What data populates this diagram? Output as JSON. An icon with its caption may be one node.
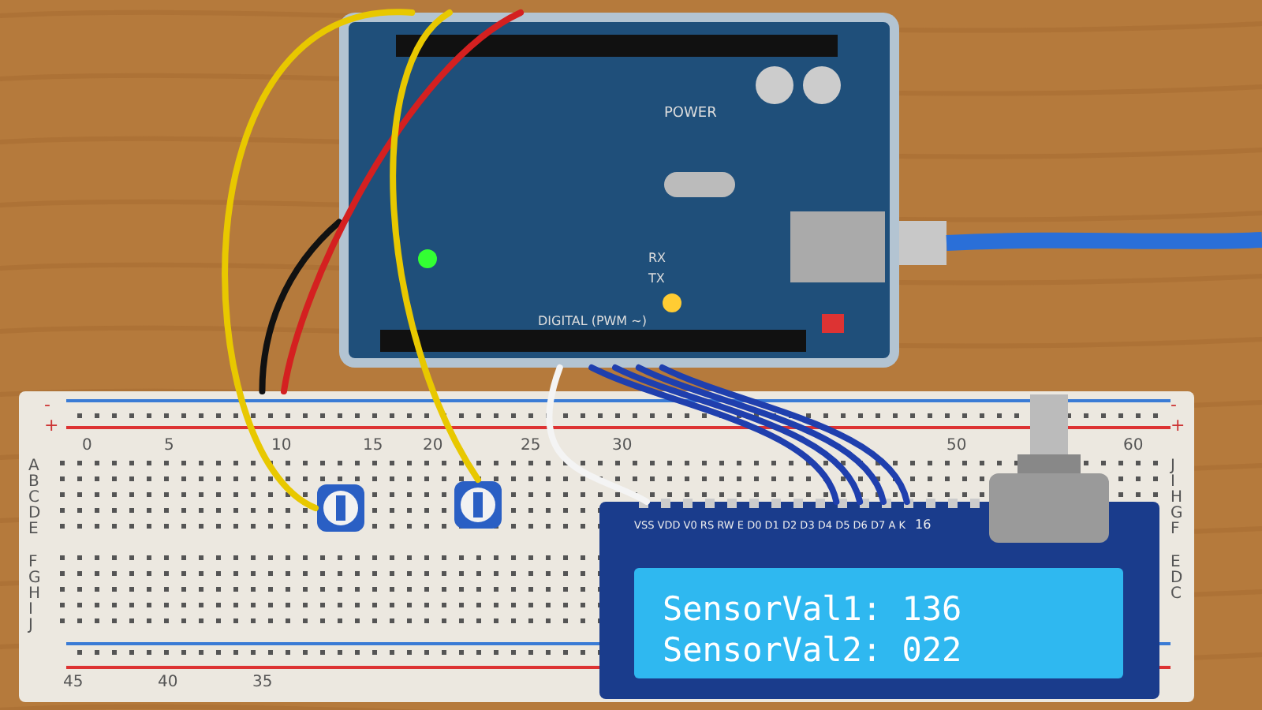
{
  "diagram": {
    "nodes": [
      {
        "text": [
          "POWER",
          "RX",
          "TX",
          "DIGITAL (PWM ~)"
        ]
      },
      {
        "text": [],
        "shape": "picture"
      },
      {
        "text": [],
        "shape": "picture",
        "in": 1
      },
      {
        "text": [],
        "shape": "picture",
        "in": 1
      },
      {
        "text": [
          "VSS VDD V0 RS RW E D0 D1 D2 D3 D4 D5 D6 D7 A K",
          "16",
          "SensorVal1: 136",
          "SensorVal2: 022"
        ],
        "in": 1
      },
      {
        "text": [],
        "shape": "picture",
        "in": 1
      }
    ],
    "edges": [
      {
        "from": 0,
        "to": 2,
        "arrow": "none",
        "color": "#e8c800"
      },
      {
        "from": 0,
        "to": 1,
        "arrow": "none",
        "color": "#111111"
      },
      {
        "from": 0,
        "to": 1,
        "arrow": "none",
        "color": "#d42020"
      },
      {
        "from": 0,
        "to": 3,
        "arrow": "none",
        "color": "#e8c800"
      },
      {
        "from": 0,
        "to": 4,
        "arrow": "none",
        "color": "#f4f4f4"
      },
      {
        "from": 0,
        "to": 4,
        "arrow": "none"
      },
      {
        "from": 0,
        "to": 4,
        "arrow": "none"
      },
      {
        "from": 0,
        "to": 4,
        "arrow": "none"
      },
      {
        "from": 0,
        "to": 4,
        "arrow": "none"
      }
    ],
    "labels": [
      "-",
      "+",
      "0",
      "5",
      "10",
      "15",
      "20",
      "25",
      "30",
      "50",
      "60",
      "-",
      "+",
      "A",
      "B",
      "C",
      "D",
      "E",
      "J",
      "I",
      "H",
      "G",
      "F",
      "F",
      "G",
      "H",
      "I",
      "J",
      "E",
      "D",
      "C",
      "45",
      "40",
      "35"
    ]
  }
}
